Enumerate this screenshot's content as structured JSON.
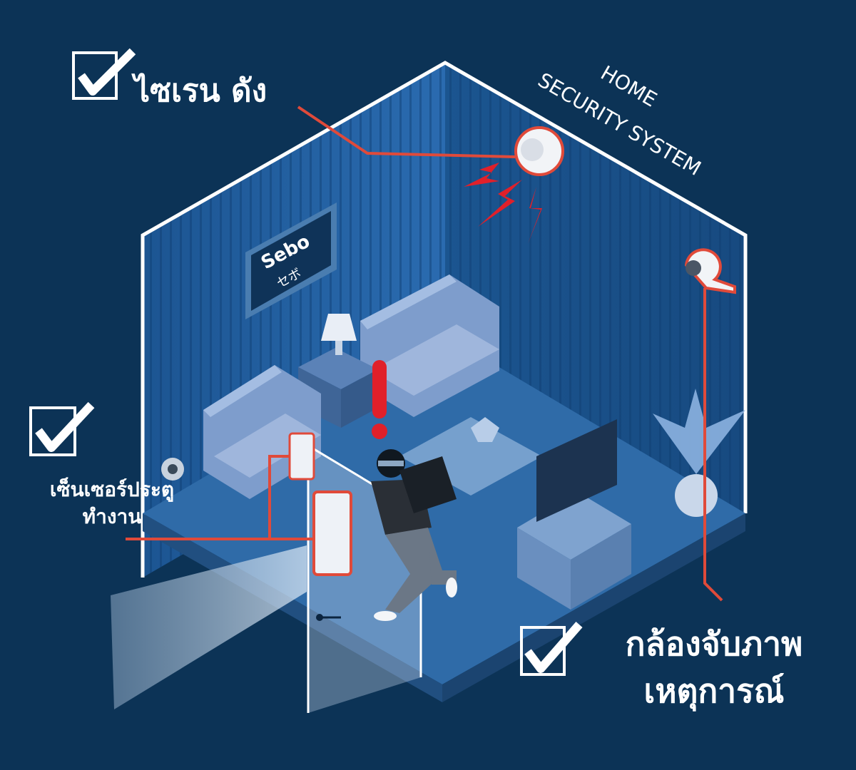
{
  "header": {
    "title_line1": "HOME",
    "title_line2": "SECURITY SYSTEM"
  },
  "brand": {
    "logo_text_top": "Sebo",
    "logo_text_bottom": "セボ"
  },
  "callouts": {
    "siren": "ไซเรน ดัง",
    "door_sensor_line1": "เซ็นเซอร์ประตู",
    "door_sensor_line2": "ทำงาน",
    "camera_line1": "กล้องจับภาพ",
    "camera_line2": "เหตุการณ์"
  },
  "alert_glyph": "!",
  "colors": {
    "background": "#0c3356",
    "room_wall": "#1f5fa0",
    "room_floor": "#2d6aa8",
    "accent_red": "#e04a3a",
    "alert_red": "#e0202a",
    "callout_text": "#ffffff"
  },
  "icons": [
    "checkbox-check-icon",
    "siren-device-icon",
    "camera-device-icon",
    "door-sensor-icon",
    "lightning-bolt-icon",
    "exclamation-icon"
  ]
}
